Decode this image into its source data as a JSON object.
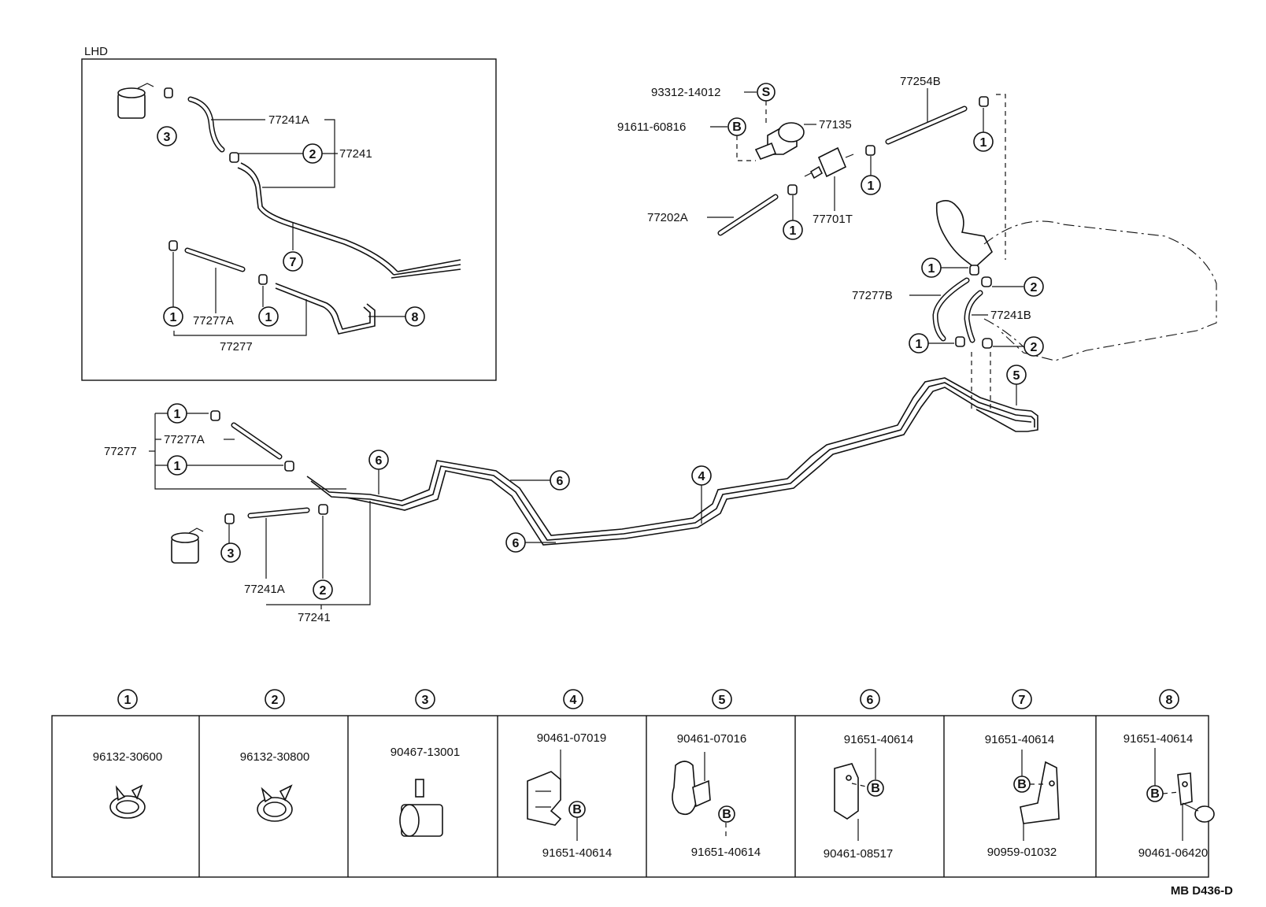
{
  "inset": {
    "label": "LHD",
    "parts": {
      "p77241A": "77241A",
      "p77241": "77241",
      "p77277A": "77277A",
      "p77277": "77277"
    },
    "refs": {
      "r3": "3",
      "r2": "2",
      "r7": "7",
      "r1a": "1",
      "r1b": "1",
      "r8": "8"
    }
  },
  "top_right": {
    "parts": {
      "p93312": "93312-14012",
      "p91611": "91611-60816",
      "p77135": "77135",
      "p77254B": "77254B",
      "p77202A": "77202A",
      "p77701T": "77701T",
      "p77277B": "77277B",
      "p77241B": "77241B"
    },
    "refs": {
      "rS": "S",
      "rB": "B",
      "r1a": "1",
      "r1b": "1",
      "r1c": "1",
      "r1d": "1",
      "r1e": "1",
      "r2a": "2",
      "r2b": "2",
      "r5": "5"
    }
  },
  "main": {
    "parts": {
      "p77277": "77277",
      "p77277A": "77277A",
      "p77241A": "77241A",
      "p77241": "77241"
    },
    "refs": {
      "r1a": "1",
      "r1b": "1",
      "r3": "3",
      "r2": "2",
      "r6a": "6",
      "r6b": "6",
      "r6c": "6",
      "r4": "4"
    }
  },
  "legend": {
    "columns": [
      {
        "ref": "1",
        "top": "96132-30600",
        "bottom": ""
      },
      {
        "ref": "2",
        "top": "96132-30800",
        "bottom": ""
      },
      {
        "ref": "3",
        "top": "90467-13001",
        "bottom": ""
      },
      {
        "ref": "4",
        "top": "90461-07019",
        "bottom": "91651-40614",
        "mark": "B"
      },
      {
        "ref": "5",
        "top": "90461-07016",
        "bottom": "91651-40614",
        "mark": "B"
      },
      {
        "ref": "6",
        "top": "91651-40614",
        "bottom": "90461-08517",
        "mark": "B"
      },
      {
        "ref": "7",
        "top": "91651-40614",
        "bottom": "90959-01032",
        "mark": "B"
      },
      {
        "ref": "8",
        "top": "91651-40614",
        "bottom": "90461-06420",
        "mark": "B"
      }
    ]
  },
  "figure_code": "MB D436-D"
}
